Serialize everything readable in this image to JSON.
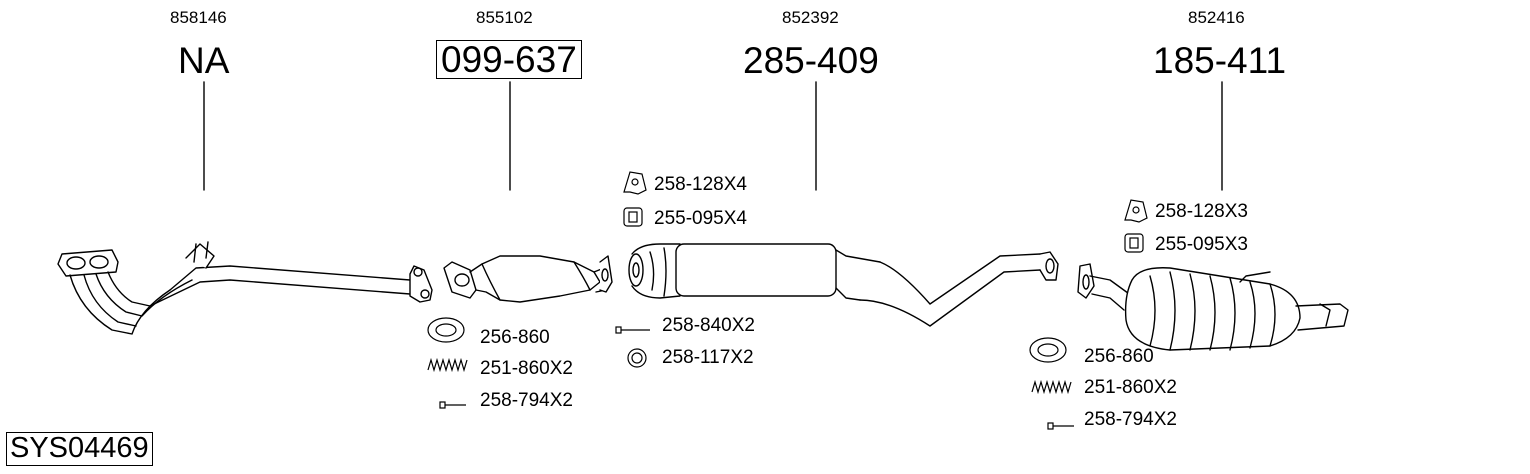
{
  "system_code": "SYS04469",
  "parts": [
    {
      "ref": "858146",
      "code": "NA",
      "boxed": false
    },
    {
      "ref": "855102",
      "code": "099-637",
      "boxed": true
    },
    {
      "ref": "852392",
      "code": "285-409",
      "boxed": false
    },
    {
      "ref": "852416",
      "code": "185-411",
      "boxed": false
    }
  ],
  "accessories": {
    "cat_gasket": "256-860",
    "cat_spring": "251-860X2",
    "cat_bolt": "258-794X2",
    "mid_hanger": "258-128X4",
    "mid_clamp": "255-095X4",
    "mid_bolt": "258-840X2",
    "mid_ring": "258-117X2",
    "rear_hanger": "258-128X3",
    "rear_clamp": "255-095X3",
    "rear_gasket": "256-860",
    "rear_spring": "251-860X2",
    "rear_bolt": "258-794X2"
  }
}
